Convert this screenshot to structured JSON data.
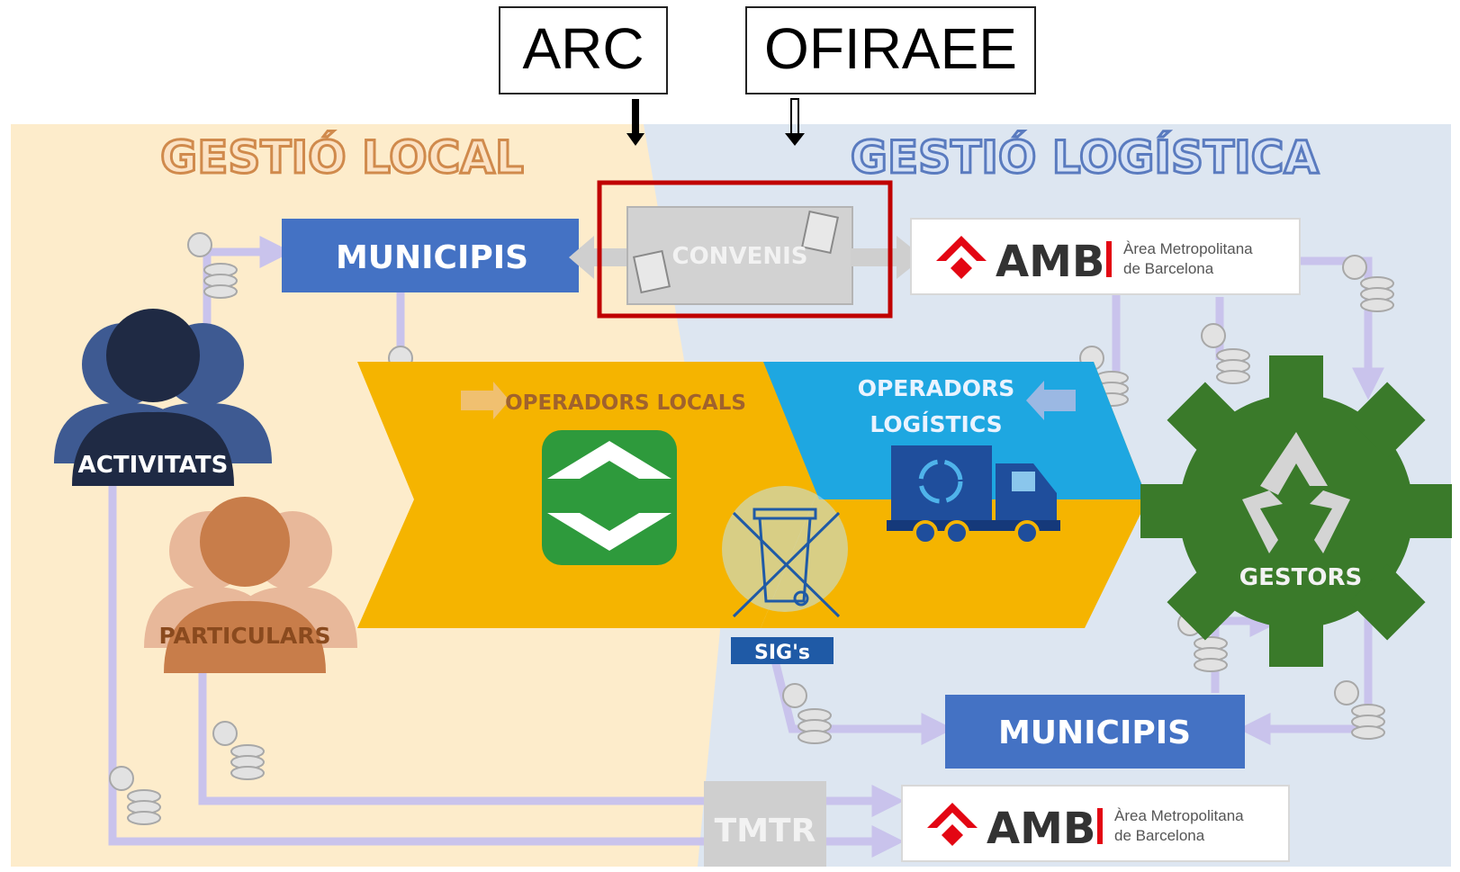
{
  "top_labels": {
    "arc": "ARC",
    "ofiraee": "OFIRAEE"
  },
  "sections": {
    "local_title": "GESTIÓ LOCAL",
    "logistics_title": "GESTIÓ LOGÍSTICA"
  },
  "nodes": {
    "municipis_top": "MUNICIPIS",
    "convenis": "CONVENIS",
    "amb_top": {
      "acronym": "AMB",
      "line1": "Àrea Metropolitana",
      "line2": "de Barcelona"
    },
    "activitats": "ACTIVITATS",
    "particulars": "PARTICULARS",
    "operadors_locals": "OPERADORS LOCALS",
    "operadors_logistics_line1": "OPERADORS",
    "operadors_logistics_line2": "LOGÍSTICS",
    "sigs": "SIG's",
    "gestors": "GESTORS",
    "municipis_bottom": "MUNICIPIS",
    "tmtr": "TMTR",
    "amb_bottom": {
      "acronym": "AMB",
      "line1": "Àrea Metropolitana",
      "line2": "de Barcelona"
    }
  },
  "colors": {
    "local_bg": "#fdeccb",
    "logistics_bg": "#dde6f1",
    "municipis_blue": "#4472c4",
    "activitats_navy": "#1f2a44",
    "particulars_orange": "#c87d4a",
    "operadors_yellow": "#f5b400",
    "operadors_cyan": "#1ea7e1",
    "truck_blue": "#1f4e9c",
    "gestors_green": "#3a7a2a",
    "highlight_red": "#c00000",
    "amb_red": "#e30613",
    "flow_lavender": "#c9c3ec"
  }
}
